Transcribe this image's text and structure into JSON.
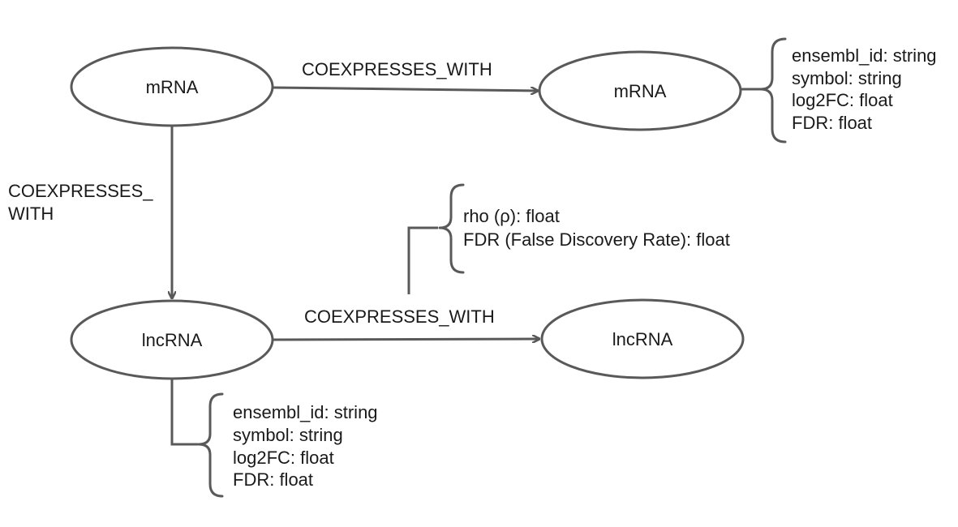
{
  "nodes": {
    "mrna_source": {
      "label": "mRNA"
    },
    "mrna_target": {
      "label": "mRNA"
    },
    "lncrna_source": {
      "label": "lncRNA"
    },
    "lncrna_target": {
      "label": "lncRNA"
    }
  },
  "edges": {
    "mrna_to_mrna": {
      "label": "COEXPRESSES_WITH"
    },
    "mrna_to_lncrna": {
      "label_line1": "COEXPRESSES_",
      "label_line2": "WITH"
    },
    "lncrna_to_lncrna": {
      "label": "COEXPRESSES_WITH"
    }
  },
  "mrna_properties": [
    "ensembl_id:  string",
    "symbol:  string",
    "log2FC:  float",
    "FDR: float"
  ],
  "edge_properties": [
    "rho (ρ):  float",
    "FDR (False Discovery Rate):  float"
  ],
  "lncrna_properties": [
    "ensembl_id:  string",
    "symbol:  string",
    "log2FC:  float",
    "FDR: float"
  ],
  "colors": {
    "stroke": "#595959",
    "text": "#1a1a1a",
    "background": "#ffffff"
  }
}
